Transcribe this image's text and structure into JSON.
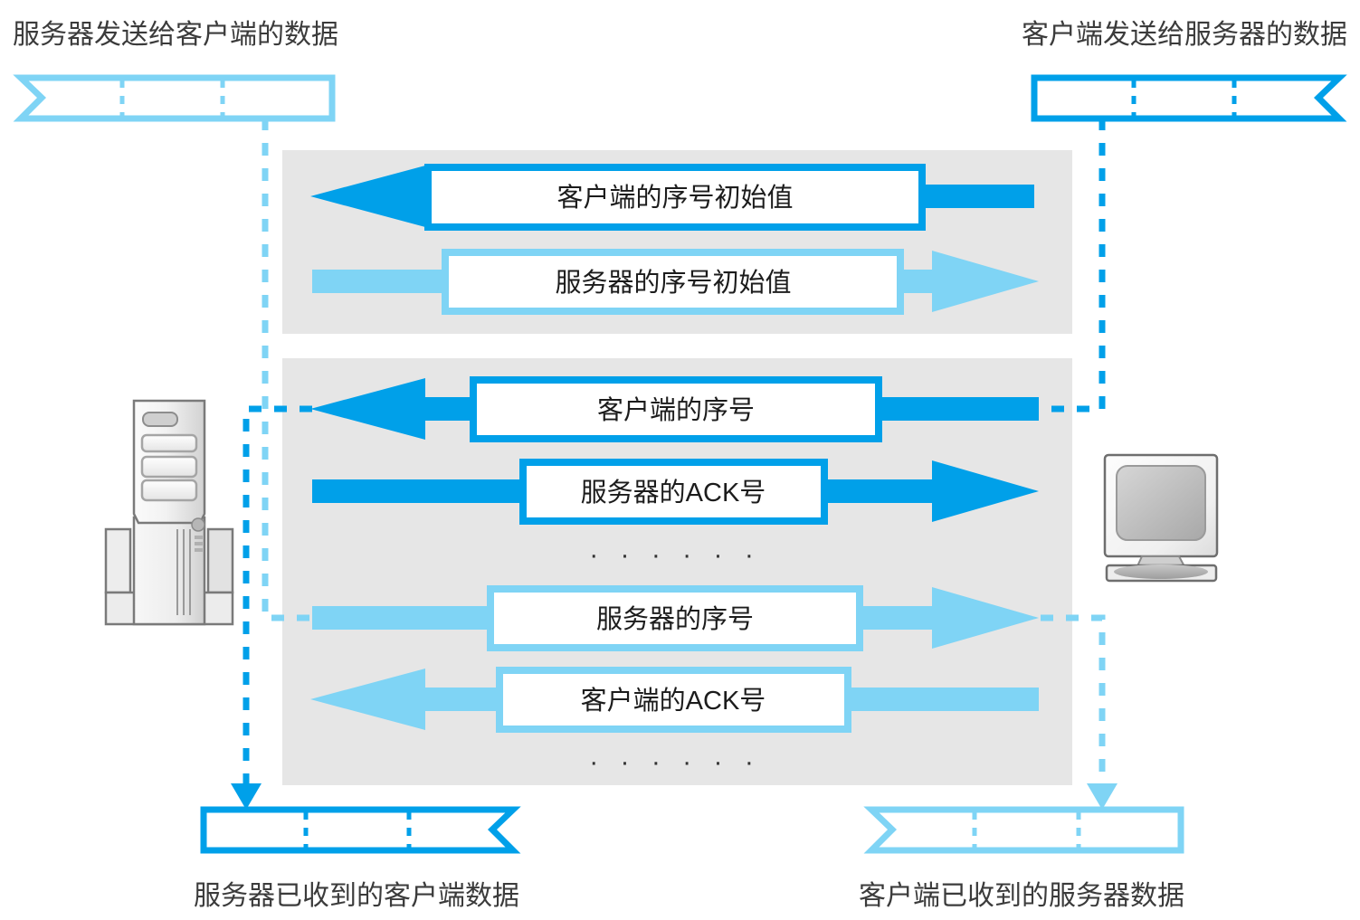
{
  "meta": {
    "title": "TCP 序号与 ACK 号交互示意图",
    "bg_color": "#ffffff"
  },
  "colors": {
    "dark_blue": "#00A0E9",
    "light_blue": "#7FD4F5",
    "panel_gray": "#E6E6E6",
    "text_dark": "#3b3b3b",
    "label_dark": "#1c1c1c",
    "device_stroke": "#7a7a7a"
  },
  "captions": {
    "top_left": "服务器发送给客户端的数据",
    "top_right": "客户端发送给服务器的数据",
    "bottom_left": "服务器已收到的客户端数据",
    "bottom_right": "客户端已收到的服务器数据"
  },
  "banners": [
    {
      "id": "top-left",
      "caption": "服务器发送给客户端的数据",
      "color": "light_blue",
      "notch_side": "left",
      "segments": 3
    },
    {
      "id": "top-right",
      "caption": "客户端发送给服务器的数据",
      "color": "dark_blue",
      "notch_side": "right",
      "segments": 3
    },
    {
      "id": "bottom-left",
      "caption": "服务器已收到的客户端数据",
      "color": "dark_blue",
      "notch_side": "right",
      "segments": 3
    },
    {
      "id": "bottom-right",
      "caption": "客户端已收到的服务器数据",
      "color": "light_blue",
      "notch_side": "left",
      "segments": 3
    }
  ],
  "panels": [
    {
      "id": "handshake-panel",
      "arrows": [
        {
          "id": "client-isn",
          "label": "客户端的序号初始值",
          "direction": "left",
          "color": "dark_blue"
        },
        {
          "id": "server-isn",
          "label": "服务器的序号初始值",
          "direction": "right",
          "color": "light_blue"
        }
      ],
      "ellipsis": null
    },
    {
      "id": "dataflow-panel",
      "arrows": [
        {
          "id": "client-seq",
          "label": "客户端的序号",
          "direction": "left",
          "color": "dark_blue"
        },
        {
          "id": "server-ack",
          "label": "服务器的ACK号",
          "direction": "right",
          "color": "dark_blue"
        },
        {
          "id": "server-seq",
          "label": "服务器的序号",
          "direction": "right",
          "color": "light_blue"
        },
        {
          "id": "client-ack",
          "label": "客户端的ACK号",
          "direction": "left",
          "color": "light_blue"
        }
      ],
      "ellipsis": "· · · · · ·"
    }
  ],
  "ellipses": {
    "middle": "· · · · · ·",
    "bottom": "· · · · · ·"
  },
  "devices": [
    {
      "id": "server",
      "name": "server-tower-icon",
      "side": "left"
    },
    {
      "id": "client",
      "name": "client-monitor-icon",
      "side": "right"
    }
  ],
  "connectors": [
    {
      "id": "server-send-to-server-seq",
      "color": "light_blue",
      "from": "top-left-banner",
      "to": "server-seq-arrow-tail"
    },
    {
      "id": "client-seq-to-server-received",
      "color": "dark_blue",
      "from": "client-seq-arrow-head",
      "to": "bottom-left-banner"
    },
    {
      "id": "client-send-to-client-seq",
      "color": "dark_blue",
      "from": "top-right-banner",
      "to": "client-seq-arrow-tail"
    },
    {
      "id": "server-seq-to-client-received",
      "color": "light_blue",
      "from": "server-seq-arrow-head",
      "to": "bottom-right-banner"
    }
  ]
}
